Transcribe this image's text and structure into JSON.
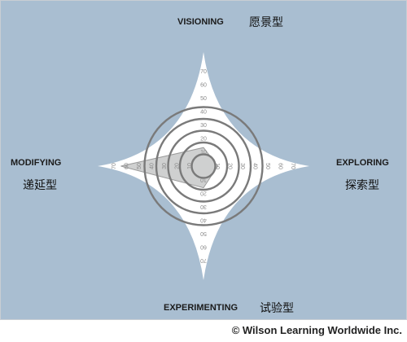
{
  "colors": {
    "background": "#a9bed1",
    "star_fill": "#ffffff",
    "ring_stroke": "#7a7a7a",
    "profile_fill": "#cfd0d0",
    "tick_text": "#8a8a8a"
  },
  "axes": {
    "top": {
      "label": "VISIONING",
      "label_cn": "愿景型"
    },
    "right": {
      "label": "EXPLORING",
      "label_cn": "探索型"
    },
    "bottom": {
      "label": "EXPERIMENTING",
      "label_cn": "试验型"
    },
    "left": {
      "label": "MODIFYING",
      "label_cn": "递延型"
    }
  },
  "scale": {
    "ticks": [
      10,
      20,
      30,
      40,
      50,
      60,
      70
    ],
    "max": 70
  },
  "profile": {
    "visioning": 12,
    "exploring": 10,
    "experimenting": 14,
    "modifying": 58
  },
  "copyright": "© Wilson Learning Worldwide Inc."
}
